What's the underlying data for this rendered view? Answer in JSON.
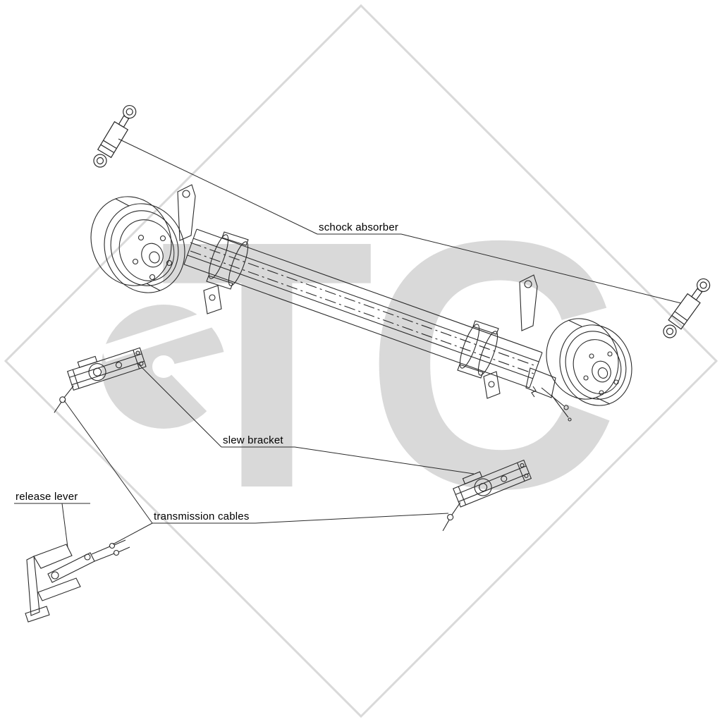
{
  "watermark": {
    "text": "TC"
  },
  "labels": {
    "shock_absorber": "schock absorber",
    "slew_bracket": "slew bracket",
    "release_lever": "release lever",
    "transmission_cables": "transmission cables"
  },
  "colors": {
    "background": "#ffffff",
    "line": "#2a2a2a",
    "watermark": "#d9d9d9",
    "label_text": "#000000"
  }
}
